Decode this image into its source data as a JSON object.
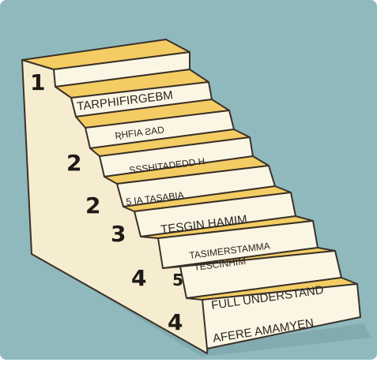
{
  "colors": {
    "background": "#8fb9bd",
    "tread": "#f3cd63",
    "tread_edge": "#e6b84a",
    "riser": "#fbf6e4",
    "side": "#f6ecd0",
    "outline": "#3a312a"
  },
  "side_numbers": [
    "1",
    "2",
    "2",
    "3",
    "4",
    "5",
    "4"
  ],
  "step_labels": [
    "TARPHIFIRGEBM",
    "ƦHFIA  ƧAD",
    "SSSHITADEDD H",
    "5    IA    TASABIA",
    "TESGIN HAMIM",
    "TASIMERSTAMMA",
    "TESCINHIM",
    "FULL UNDERSTAND",
    "AFERE AMAMYEN"
  ]
}
